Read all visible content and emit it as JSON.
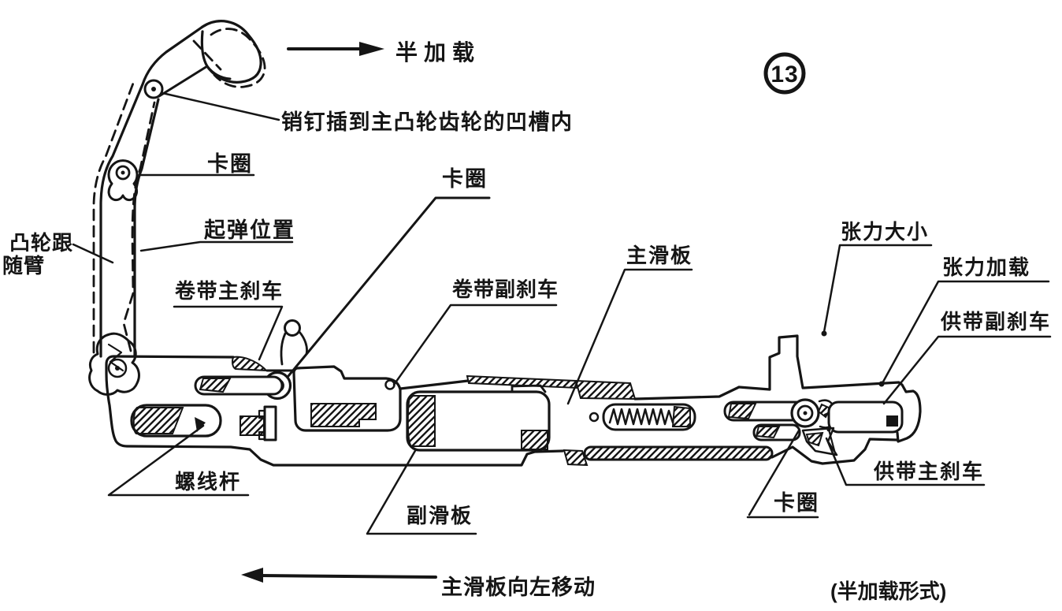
{
  "figure": {
    "number": "13",
    "arrows": {
      "top": {
        "label": "半加载"
      },
      "bottom": {
        "label": "主滑板向左移动"
      }
    },
    "caption": "(半加载形式)",
    "labels": {
      "pin_note": "销钉插到主凸轮齿轮的凹槽内",
      "clamp_ring_top": "卡圈",
      "spring_start_position": "起弹位置",
      "cam_follower_arm_l1": "凸轮跟",
      "cam_follower_arm_l2": "随臂",
      "takeup_main_brake": "卷带主刹车",
      "clamp_ring_mid": "卡圈",
      "takeup_sub_brake": "卷带副刹车",
      "main_slide_plate": "主滑板",
      "tension_amount": "张力大小",
      "tension_loading": "张力加载",
      "supply_sub_brake": "供带副刹车",
      "supply_main_brake": "供带主刹车",
      "clamp_ring_right": "卡圈",
      "screw_rod": "螺线杆",
      "sub_slide_plate": "副滑板"
    },
    "colors": {
      "ink": "#151515",
      "paper": "#ffffff"
    }
  }
}
